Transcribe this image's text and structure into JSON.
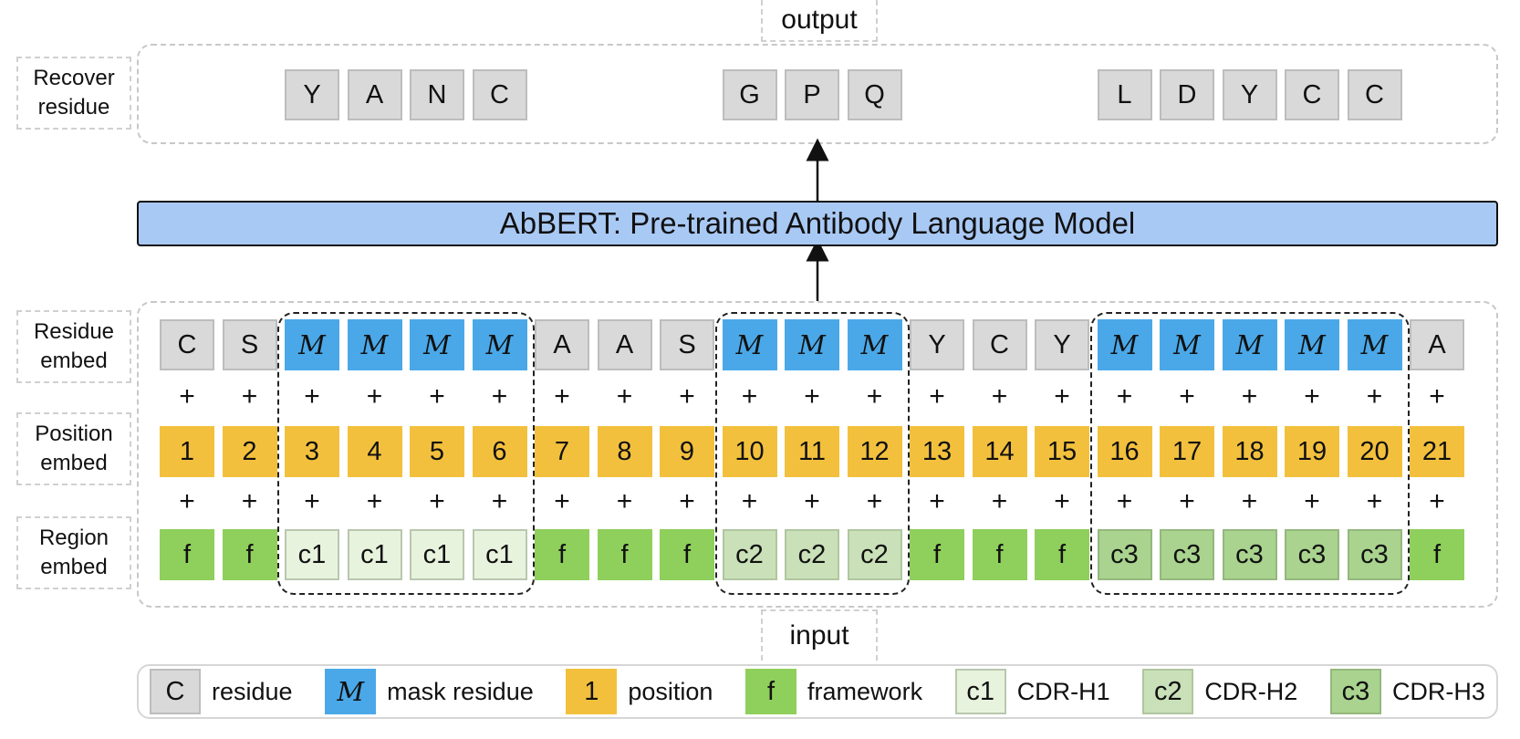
{
  "output_label": "output",
  "input_label": "input",
  "row_labels": {
    "recover": [
      "Recover",
      "residue"
    ],
    "residue": [
      "Residue",
      "embed"
    ],
    "position": [
      "Position",
      "embed"
    ],
    "region": [
      "Region",
      "embed"
    ]
  },
  "model_label": "AbBERT: Pre-trained Antibody Language Model",
  "recover_groups": [
    [
      "Y",
      "A",
      "N",
      "C"
    ],
    [
      "G",
      "P",
      "Q"
    ],
    [
      "L",
      "D",
      "Y",
      "C",
      "C"
    ]
  ],
  "tokens": [
    {
      "residue": "C",
      "masked": false,
      "position": "1",
      "region": "f",
      "region_type": "f"
    },
    {
      "residue": "S",
      "masked": false,
      "position": "2",
      "region": "f",
      "region_type": "f"
    },
    {
      "residue": "M",
      "masked": true,
      "position": "3",
      "region": "c1",
      "region_type": "c1"
    },
    {
      "residue": "M",
      "masked": true,
      "position": "4",
      "region": "c1",
      "region_type": "c1"
    },
    {
      "residue": "M",
      "masked": true,
      "position": "5",
      "region": "c1",
      "region_type": "c1"
    },
    {
      "residue": "M",
      "masked": true,
      "position": "6",
      "region": "c1",
      "region_type": "c1"
    },
    {
      "residue": "A",
      "masked": false,
      "position": "7",
      "region": "f",
      "region_type": "f"
    },
    {
      "residue": "A",
      "masked": false,
      "position": "8",
      "region": "f",
      "region_type": "f"
    },
    {
      "residue": "S",
      "masked": false,
      "position": "9",
      "region": "f",
      "region_type": "f"
    },
    {
      "residue": "M",
      "masked": true,
      "position": "10",
      "region": "c2",
      "region_type": "c2"
    },
    {
      "residue": "M",
      "masked": true,
      "position": "11",
      "region": "c2",
      "region_type": "c2"
    },
    {
      "residue": "M",
      "masked": true,
      "position": "12",
      "region": "c2",
      "region_type": "c2"
    },
    {
      "residue": "Y",
      "masked": false,
      "position": "13",
      "region": "f",
      "region_type": "f"
    },
    {
      "residue": "C",
      "masked": false,
      "position": "14",
      "region": "f",
      "region_type": "f"
    },
    {
      "residue": "Y",
      "masked": false,
      "position": "15",
      "region": "f",
      "region_type": "f"
    },
    {
      "residue": "M",
      "masked": true,
      "position": "16",
      "region": "c3",
      "region_type": "c3"
    },
    {
      "residue": "M",
      "masked": true,
      "position": "17",
      "region": "c3",
      "region_type": "c3"
    },
    {
      "residue": "M",
      "masked": true,
      "position": "18",
      "region": "c3",
      "region_type": "c3"
    },
    {
      "residue": "M",
      "masked": true,
      "position": "19",
      "region": "c3",
      "region_type": "c3"
    },
    {
      "residue": "M",
      "masked": true,
      "position": "20",
      "region": "c3",
      "region_type": "c3"
    },
    {
      "residue": "A",
      "masked": false,
      "position": "21",
      "region": "f",
      "region_type": "f"
    }
  ],
  "plus_symbol": "+",
  "legend": [
    {
      "symbol": "C",
      "style": "gray",
      "text": "residue"
    },
    {
      "symbol": "M",
      "style": "blue",
      "text": "mask residue"
    },
    {
      "symbol": "1",
      "style": "yellow",
      "text": "position"
    },
    {
      "symbol": "f",
      "style": "green",
      "text": "framework"
    },
    {
      "symbol": "c1",
      "style": "c1",
      "text": "CDR-H1"
    },
    {
      "symbol": "c2",
      "style": "c2",
      "text": "CDR-H2"
    },
    {
      "symbol": "c3",
      "style": "c3",
      "text": "CDR-H3"
    }
  ],
  "colors": {
    "residue": "#d9d9d9",
    "mask": "#4aa8e8",
    "position": "#f3c03d",
    "framework": "#8fcf5c",
    "cdr_h1": "#e8f3de",
    "cdr_h2": "#c9e0b8",
    "cdr_h3": "#a9d38e",
    "model": "#a9c9f5"
  }
}
